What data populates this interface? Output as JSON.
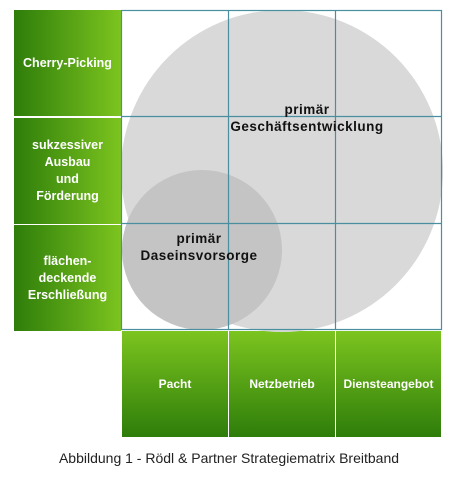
{
  "matrix": {
    "rows": [
      {
        "label": "Cherry-Picking"
      },
      {
        "label": "sukzessiver\nAusbau\nund\nFörderung"
      },
      {
        "label": "flächen-\ndeckende\nErschließung"
      }
    ],
    "columns": [
      {
        "label": "Pacht"
      },
      {
        "label": "Netzbetrieb"
      },
      {
        "label": "Diensteangebot"
      }
    ],
    "regions": [
      {
        "label": "primär\nGeschäftsentwicklung"
      },
      {
        "label": "primär\nDaseinsvorsorge"
      }
    ]
  },
  "caption": "Abbildung 1 - Rödl & Partner Strategiematrix Breitband",
  "colors": {
    "green_dark": "#2e7d0a",
    "green_light": "#7cc41f",
    "grid_line": "#4a8fa0",
    "big_circle": "#d9d9d9",
    "small_circle": "#c4c4c4"
  }
}
